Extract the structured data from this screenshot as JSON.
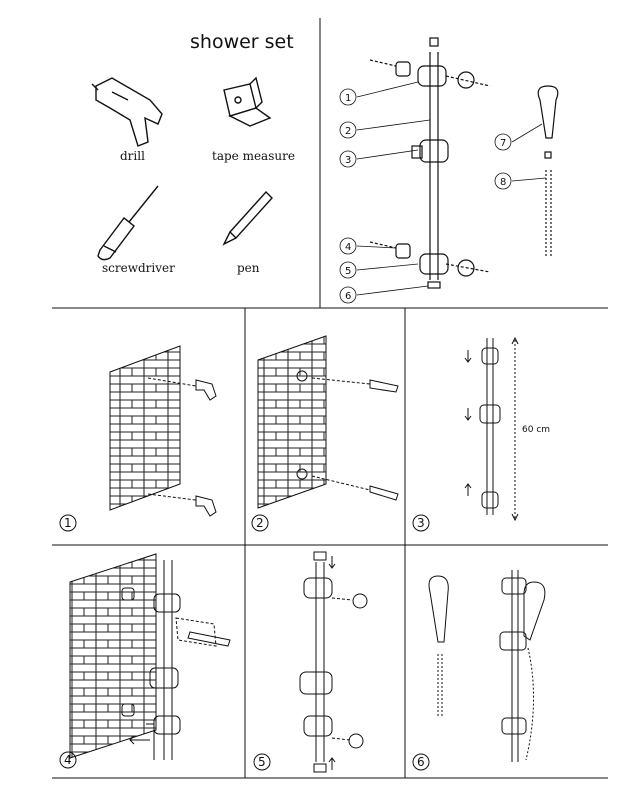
{
  "title": "shower set",
  "tools": [
    {
      "label": "drill",
      "icon": "drill-icon"
    },
    {
      "label": "tape measure",
      "icon": "tape-measure-icon"
    },
    {
      "label": "screwdriver",
      "icon": "screwdriver-icon"
    },
    {
      "label": "pen",
      "icon": "pen-icon"
    }
  ],
  "parts": [
    "1",
    "2",
    "3",
    "4",
    "5",
    "6",
    "7",
    "8"
  ],
  "steps": [
    "1",
    "2",
    "3",
    "4",
    "5",
    "6"
  ],
  "dimension": "60 cm",
  "colors": {
    "ink": "#111111",
    "paper": "#ffffff"
  }
}
